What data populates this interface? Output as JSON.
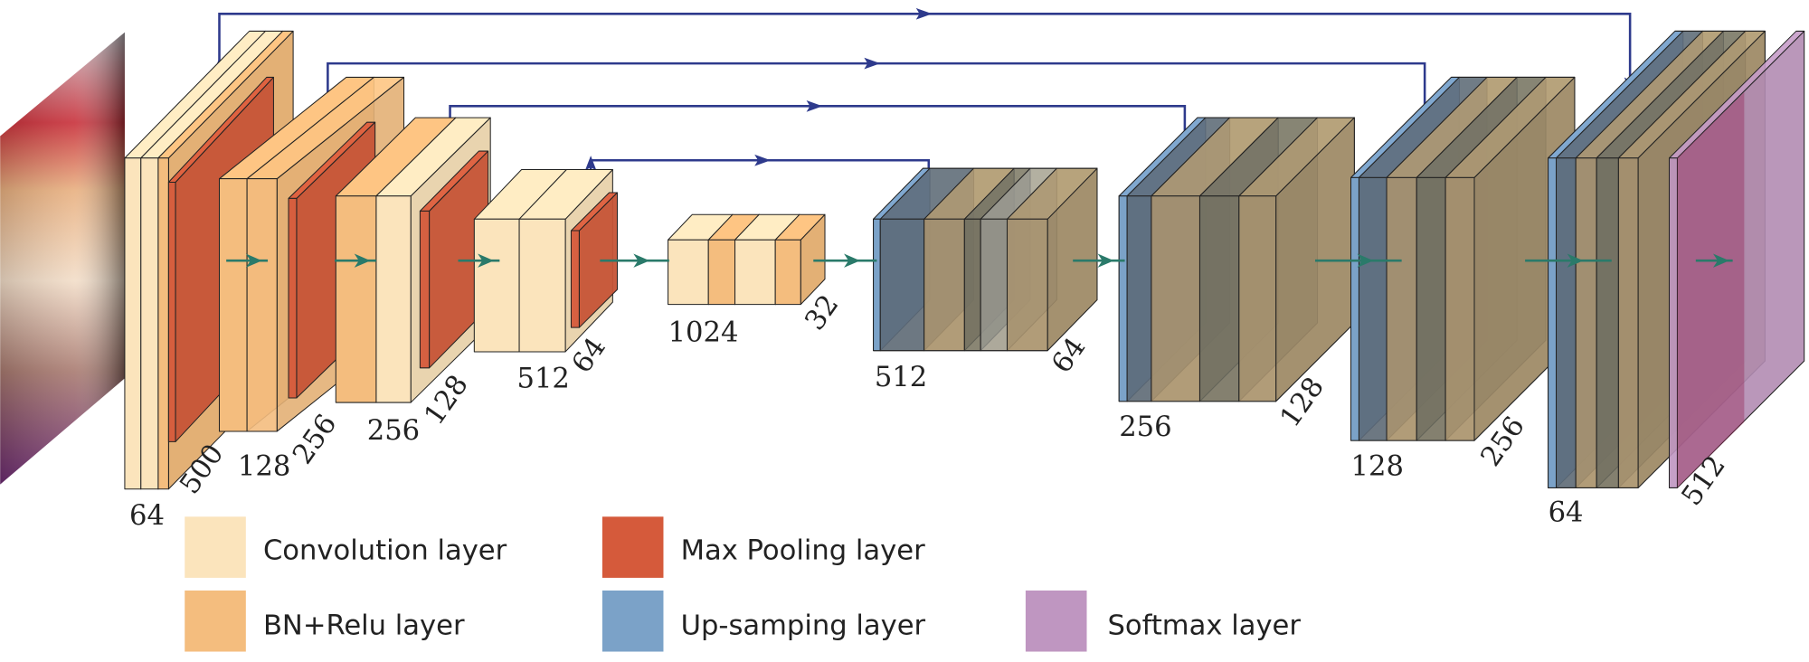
{
  "colors": {
    "convolution": "#fbe4bc",
    "bn_relu": "#f4bd7e",
    "max_pooling": "#d55a3b",
    "up_sampling": "#7ba2c8",
    "softmax": "#bf96c1",
    "skip_arrow": "#2e3a8c",
    "flow_arrow": "#2a7a6a"
  },
  "dimension_labels": {
    "enc1_channels": "64",
    "enc1_size": "500",
    "enc2_channels": "128",
    "enc2_size": "256",
    "enc3_channels": "256",
    "enc3_size": "128",
    "enc4_channels": "512",
    "enc4_size": "64",
    "bottleneck_channels": "1024",
    "bottleneck_size": "32",
    "dec1_channels": "512",
    "dec1_size": "64",
    "dec2_channels": "256",
    "dec2_size": "128",
    "dec3_channels": "128",
    "dec3_size": "256",
    "dec4_channels": "64",
    "output_size": "512"
  },
  "legend": [
    {
      "label": "Convolution layer",
      "color": "#fbe4bc"
    },
    {
      "label": "BN+Relu layer",
      "color": "#f4bd7e"
    },
    {
      "label": "Max Pooling layer",
      "color": "#d55a3b"
    },
    {
      "label": "Up-samping layer",
      "color": "#7ba2c8"
    },
    {
      "label": "Softmax layer",
      "color": "#bf96c1"
    }
  ],
  "input_image": "kitten-photo"
}
